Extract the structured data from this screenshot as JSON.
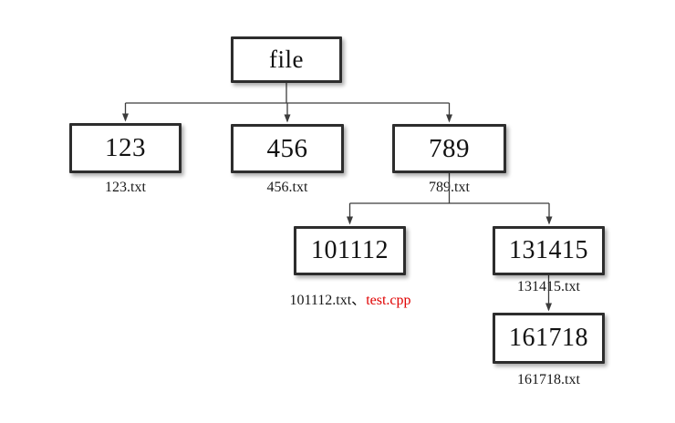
{
  "palette": {
    "accent_red": "#e00000",
    "line_color": "#3c3c3c",
    "box_border_color": "#2d2d2d",
    "background": "#ffffff"
  },
  "tree": {
    "root": {
      "label": "file"
    },
    "level1": [
      {
        "label": "123",
        "caption": "123.txt"
      },
      {
        "label": "456",
        "caption": "456.txt"
      },
      {
        "label": "789",
        "caption": "789.txt"
      }
    ],
    "level2": [
      {
        "label": "101112",
        "caption_file": "101112.txt",
        "caption_separator": "、",
        "caption_extra": "test.cpp",
        "caption_extra_color": "#e00000"
      },
      {
        "label": "131415",
        "caption": "131415.txt"
      }
    ],
    "level3": [
      {
        "label": "161718",
        "caption": "161718.txt"
      }
    ]
  }
}
